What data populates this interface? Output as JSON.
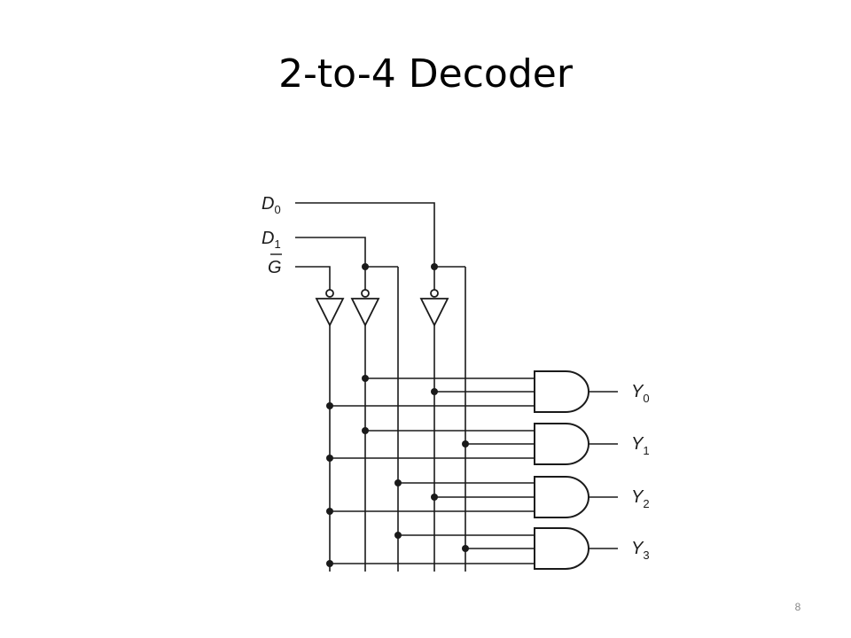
{
  "slide": {
    "title": "2-to-4 Decoder",
    "page_number": "8"
  },
  "diagram": {
    "inputs": [
      {
        "id": "d0",
        "letter": "D",
        "sub": "0"
      },
      {
        "id": "d1",
        "letter": "D",
        "sub": "1"
      },
      {
        "id": "g",
        "letter": "G",
        "overbar": true
      }
    ],
    "outputs": [
      {
        "id": "y0",
        "letter": "Y",
        "sub": "0"
      },
      {
        "id": "y1",
        "letter": "Y",
        "sub": "1"
      },
      {
        "id": "y2",
        "letter": "Y",
        "sub": "2"
      },
      {
        "id": "y3",
        "letter": "Y",
        "sub": "3"
      }
    ],
    "line_color": "#1a1a1a"
  }
}
